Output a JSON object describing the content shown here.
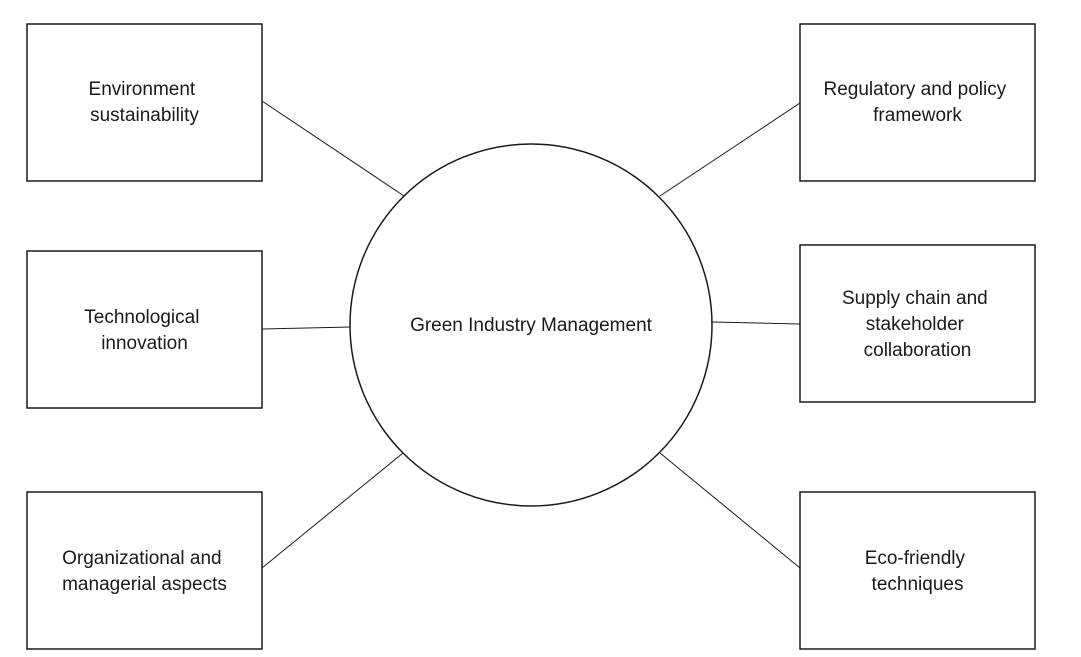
{
  "diagram": {
    "center": {
      "label": "Green Industry Management"
    },
    "nodes": [
      {
        "id": "environment",
        "lines": [
          "Environment",
          "sustainability"
        ]
      },
      {
        "id": "technological",
        "lines": [
          "Technological",
          "innovation"
        ]
      },
      {
        "id": "organizational",
        "lines": [
          "Organizational and",
          "managerial aspects"
        ]
      },
      {
        "id": "regulatory",
        "lines": [
          "Regulatory and policy",
          "framework"
        ]
      },
      {
        "id": "supply-chain",
        "lines": [
          "Supply chain and",
          "stakeholder",
          "collaboration"
        ]
      },
      {
        "id": "eco-friendly",
        "lines": [
          "Eco-friendly",
          "techniques"
        ]
      }
    ]
  }
}
